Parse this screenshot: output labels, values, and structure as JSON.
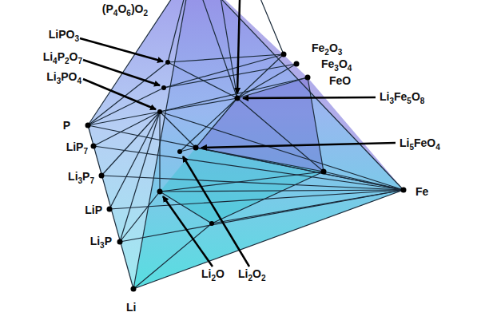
{
  "diagram": {
    "labels": [
      "(P4O6)O2",
      "LiPO3",
      "Li4P2O7",
      "Li3PO4",
      "P",
      "LiP7",
      "Li3P7",
      "LiP",
      "Li3P",
      "Li",
      "Li2O",
      "Li2O2",
      "Fe",
      "Fe2O3",
      "Fe3O4",
      "FeO",
      "Li3Fe5O8",
      "Li5FeO4"
    ]
  }
}
